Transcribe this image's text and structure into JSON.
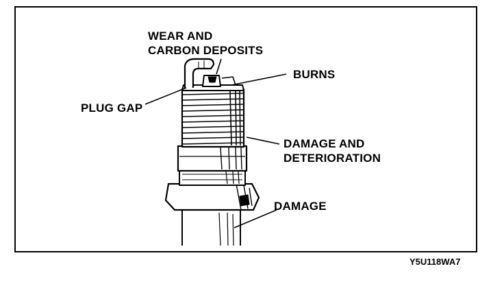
{
  "labels": {
    "wear_line1": "WEAR AND",
    "wear_line2": "CARBON DEPOSITS",
    "burns": "BURNS",
    "plug_gap": "PLUG GAP",
    "damage_det_line1": "DAMAGE AND",
    "damage_det_line2": "DETERIORATION",
    "damage": "DAMAGE"
  },
  "figure_code": "Y5U118WA7"
}
